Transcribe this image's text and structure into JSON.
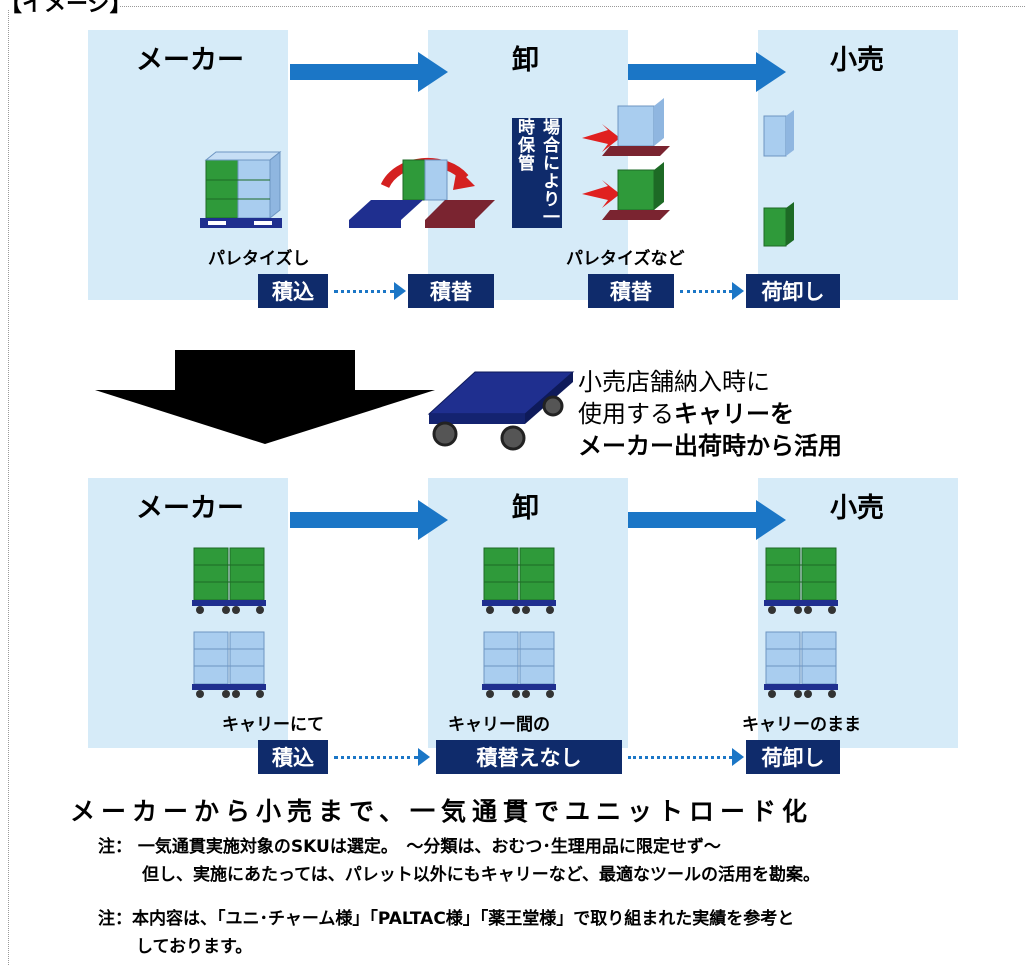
{
  "corner_title": "【イメージ】",
  "top": {
    "stages": [
      "メーカー",
      "卸",
      "小売"
    ],
    "captions": {
      "maker": "パレタイズし",
      "wholesale": "パレタイズなど"
    },
    "temp_storage": "場合により一時保管",
    "process": [
      "積込",
      "積替",
      "積替",
      "荷卸し"
    ]
  },
  "carrier_note": {
    "line1": "小売店舗納入時に",
    "line2_plain": "使用する",
    "line2_bold": "キャリーを",
    "line3": "メーカー出荷時から活用"
  },
  "bottom": {
    "stages": [
      "メーカー",
      "卸",
      "小売"
    ],
    "captions": {
      "maker": "キャリーにて",
      "wholesale": "キャリー間の",
      "retail": "キャリーのまま"
    },
    "process": [
      "積込",
      "積替えなし",
      "荷卸し"
    ]
  },
  "headline": "メーカーから小売まで、一気通貫でユニットロード化",
  "notes": {
    "n1_line1": "注： 一気通貫実施対象のSKUは選定。　～分類は、おむつ･生理用品に限定せず～",
    "n1_line2": "但し、実施にあたっては、パレット以外にもキャリーなど、最適なツールの活用を勘案。",
    "n2_line1": "注：本内容は、「ユニ･チャーム様」「PALTAC様」「薬王堂様」で取り組まれた実績を参考と",
    "n2_line2": "しております。"
  },
  "colors": {
    "panel": "#d6ebf8",
    "arrow": "#1b76c6",
    "label": "#0f2b6b",
    "green": "#2f9a3a",
    "lightblue": "#a9cdef",
    "navy": "#1f2f8f",
    "maroon": "#7a2430",
    "red": "#e02020"
  }
}
